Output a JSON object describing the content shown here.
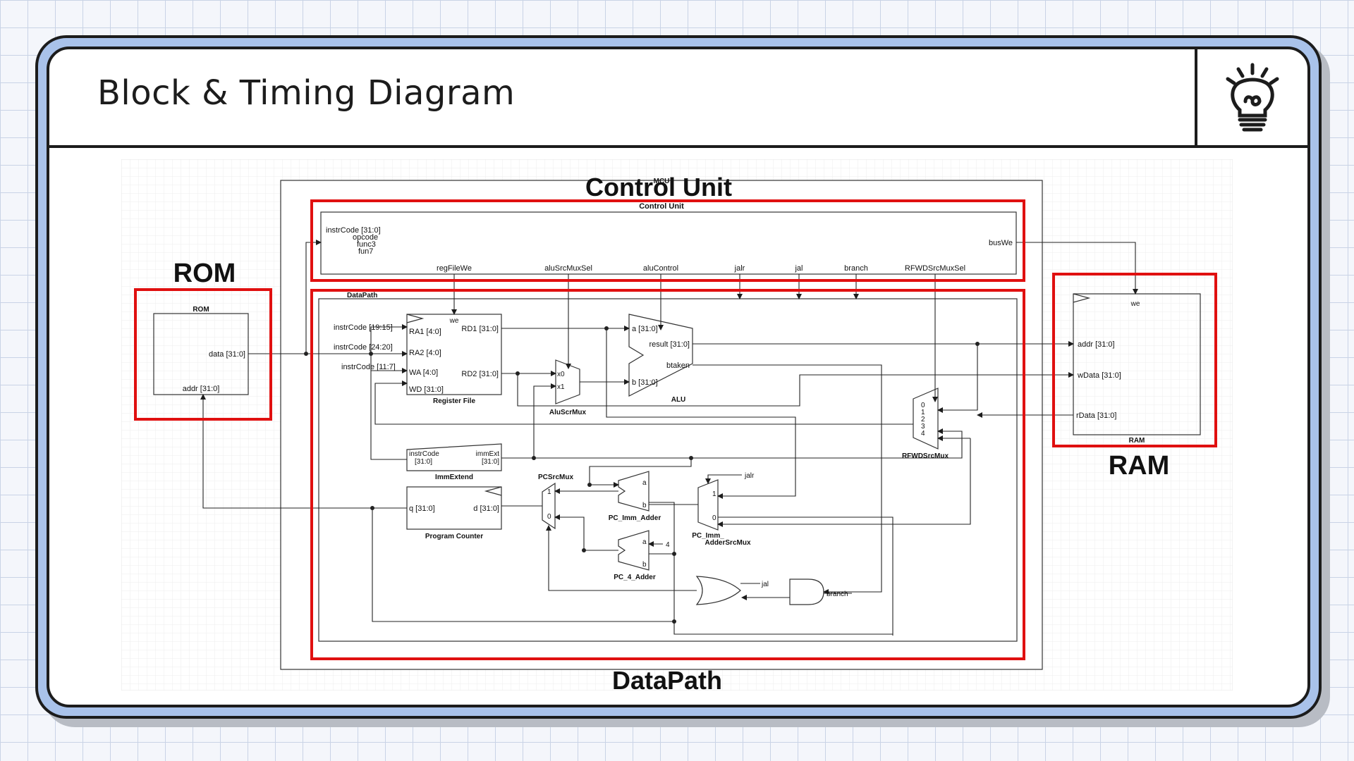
{
  "slide": {
    "title": "Block & Timing Diagram",
    "icon": "lightbulb-icon"
  },
  "highlight_labels": {
    "control_unit": "Control Unit",
    "rom": "ROM",
    "ram": "RAM",
    "datapath": "DataPath"
  },
  "colors": {
    "highlight": "#e01010",
    "frame": "#a9c2ea",
    "ink": "#1c1c1c"
  },
  "mcu": {
    "label": "MCU"
  },
  "control_unit": {
    "label": "Control Unit",
    "inputs": [
      "instrCode [31:0]",
      "opcode",
      "func3",
      "fun7"
    ],
    "outputs": [
      "regFileWe",
      "aluSrcMuxSel",
      "aluControl",
      "jalr",
      "jal",
      "branch",
      "RFWDSrcMuxSel"
    ],
    "bus_out": "busWe"
  },
  "rom": {
    "label": "ROM",
    "data": "data [31:0]",
    "addr": "addr [31:0]"
  },
  "ram": {
    "label": "RAM",
    "we": "we",
    "addr": "addr [31:0]",
    "wdata": "wData [31:0]",
    "rdata": "rData [31:0]"
  },
  "datapath": {
    "label": "DataPath",
    "register_file": {
      "label": "Register File",
      "we": "we",
      "ra1": "RA1 [4:0]",
      "ra2": "RA2 [4:0]",
      "wa": "WA [4:0]",
      "wd": "WD [31:0]",
      "rd1": "RD1 [31:0]",
      "rd2": "RD2 [31:0]"
    },
    "instr_fields": [
      "instrCode [19:15]",
      "instrCode [24:20]",
      "instrCode [11:7]"
    ],
    "alu_src_mux": {
      "label": "AluScrMux",
      "in0": "x0",
      "in1": "x1"
    },
    "alu": {
      "label": "ALU",
      "a": "a [31:0]",
      "b": "b [31:0]",
      "result": "result [31:0]",
      "btaken": "btaken"
    },
    "imm_extend": {
      "label": "ImmExtend",
      "in1": "instrCode",
      "in2": "[31:0]",
      "out1": "immExt",
      "out2": "[31:0]"
    },
    "program_counter": {
      "label": "Program Counter",
      "q": "q [31:0]",
      "d": "d [31:0]"
    },
    "pc_src_mux": {
      "label": "PCSrcMux",
      "in1": "1",
      "in0": "0"
    },
    "pc_imm_adder": {
      "label": "PC_Imm_Adder",
      "a": "a",
      "b": "b"
    },
    "pc_imm_adder_src_mux": {
      "label1": "PC_Imm_",
      "label2": "AdderSrcMux",
      "in1": "1",
      "in0": "0",
      "sel": "jalr"
    },
    "pc_4_adder": {
      "label": "PC_4_Adder",
      "a": "a",
      "b": "b",
      "const": "4"
    },
    "rfwd_src_mux": {
      "label": "RFWDSrcMux",
      "inputs": [
        "0",
        "1",
        "2",
        "3",
        "4"
      ]
    },
    "or_gate": {
      "input": "jal"
    },
    "and_gate": {
      "input": "branch"
    }
  }
}
